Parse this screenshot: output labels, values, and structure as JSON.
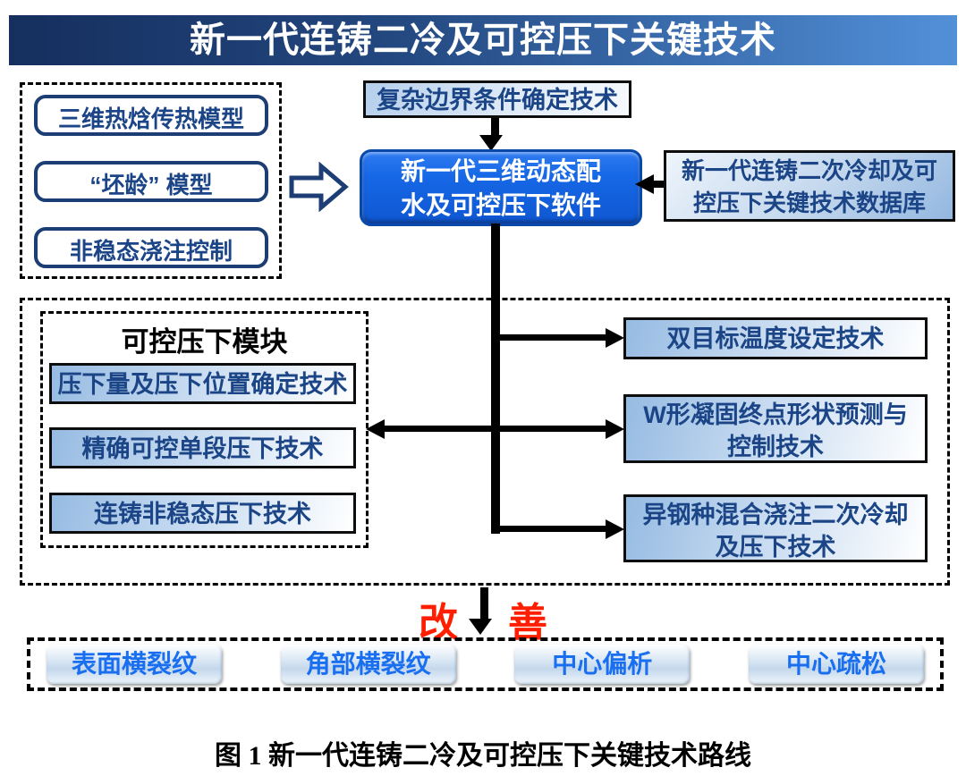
{
  "header": {
    "title": "新一代连铸二冷及可控压下关键技术"
  },
  "model_inputs": {
    "items": [
      "三维热焓传热模型",
      "“坯龄” 模型",
      "非稳态浇注控制"
    ]
  },
  "boundary_box": {
    "label": "复杂边界条件确定技术"
  },
  "software_box": {
    "lines": [
      "新一代三维动态配",
      "水及可控压下软件"
    ]
  },
  "database_box": {
    "lines": [
      "新一代连铸二次冷却及可",
      "控压下关键技术数据库"
    ]
  },
  "module_panel": {
    "title": "可控压下模块",
    "items": [
      "压下量及压下位置确定技术",
      "精确可控单段压下技术",
      "连铸非稳态压下技术"
    ]
  },
  "tech_outputs": {
    "box1": {
      "label": "双目标温度设定技术"
    },
    "box2": {
      "lines": [
        "W形凝固终点形状预测与",
        "控制技术"
      ]
    },
    "box3": {
      "lines": [
        "异钢种混合浇注二次冷却",
        "及压下技术"
      ]
    }
  },
  "improve": {
    "left": "改",
    "right": "善"
  },
  "defects": {
    "items": [
      "表面横裂纹",
      "角部横裂纹",
      "中心偏析",
      "中心疏松"
    ]
  },
  "caption": {
    "text": "图 1  新一代连铸二冷及可控压下关键技术路线"
  },
  "colors": {
    "title_gradient_start": "#152f5e",
    "title_gradient_end": "#5290d8",
    "software_box_fill": "#1667e6",
    "box_text_blue": "#1b4586",
    "rounded_box_border": "#1c3e74",
    "improve_red": "#ff1f00",
    "defect_text_blue": "#1a6ff0",
    "arrow_black": "#000000"
  }
}
